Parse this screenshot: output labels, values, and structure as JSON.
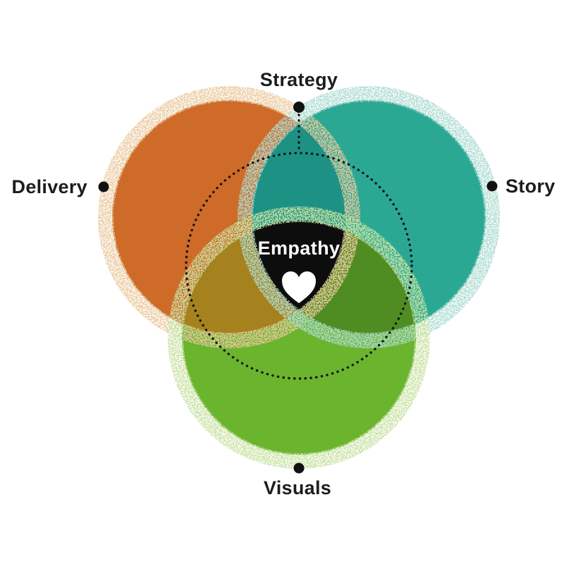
{
  "diagram": {
    "type": "venn-3",
    "labels": {
      "top": "Strategy",
      "left": "Delivery",
      "right": "Story",
      "bottom": "Visuals",
      "center": "Empathy"
    },
    "center_icon": "heart-icon",
    "sets": [
      {
        "name": "Delivery",
        "position": "left"
      },
      {
        "name": "Story",
        "position": "right"
      },
      {
        "name": "Visuals",
        "position": "bottom"
      },
      {
        "name": "Strategy",
        "position": "top-overlap"
      }
    ],
    "colors": {
      "background": "#ffffff",
      "orange": "#CE6B28",
      "teal": "#2AA893",
      "green": "#6BB42E",
      "orange_halo": "#EACA9F",
      "teal_halo": "#AEDCD2",
      "green_halo": "#C9E3A4",
      "orange_teal_overlap": "#1D9284",
      "orange_green_overlap": "#A5821D",
      "teal_green_overlap": "#4F8C22",
      "center_black": "#0D0D0D",
      "label_text": "#1D1D1D",
      "dot_black": "#111111",
      "dotted_stroke": "#151515",
      "center_text": "#ffffff",
      "heart_white": "#ffffff"
    }
  }
}
